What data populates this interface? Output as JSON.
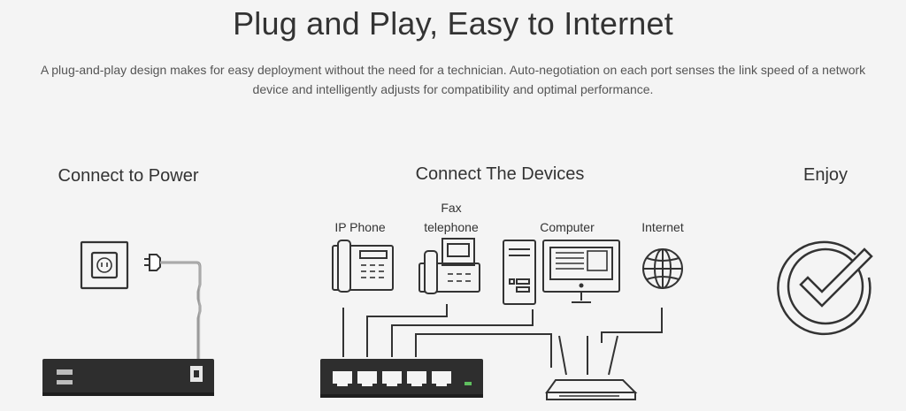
{
  "header": {
    "title": "Plug and Play, Easy to Internet",
    "description_line1": "A plug-and-play design makes for easy deployment without the need for a technician. Auto-negotiation on each port senses the link speed of a network",
    "description_line2": "device and intelligently adjusts for compatibility and optimal performance."
  },
  "steps": {
    "power": "Connect to Power",
    "devices": "Connect The Devices",
    "enjoy": "Enjoy"
  },
  "devices": {
    "ip_phone": "IP Phone",
    "fax_line1": "Fax",
    "fax_line2": "telephone",
    "computer": "Computer",
    "internet": "Internet"
  },
  "colors": {
    "background": "#f4f4f4",
    "icon_stroke": "#333333",
    "switch_body": "#2e2e2e"
  }
}
